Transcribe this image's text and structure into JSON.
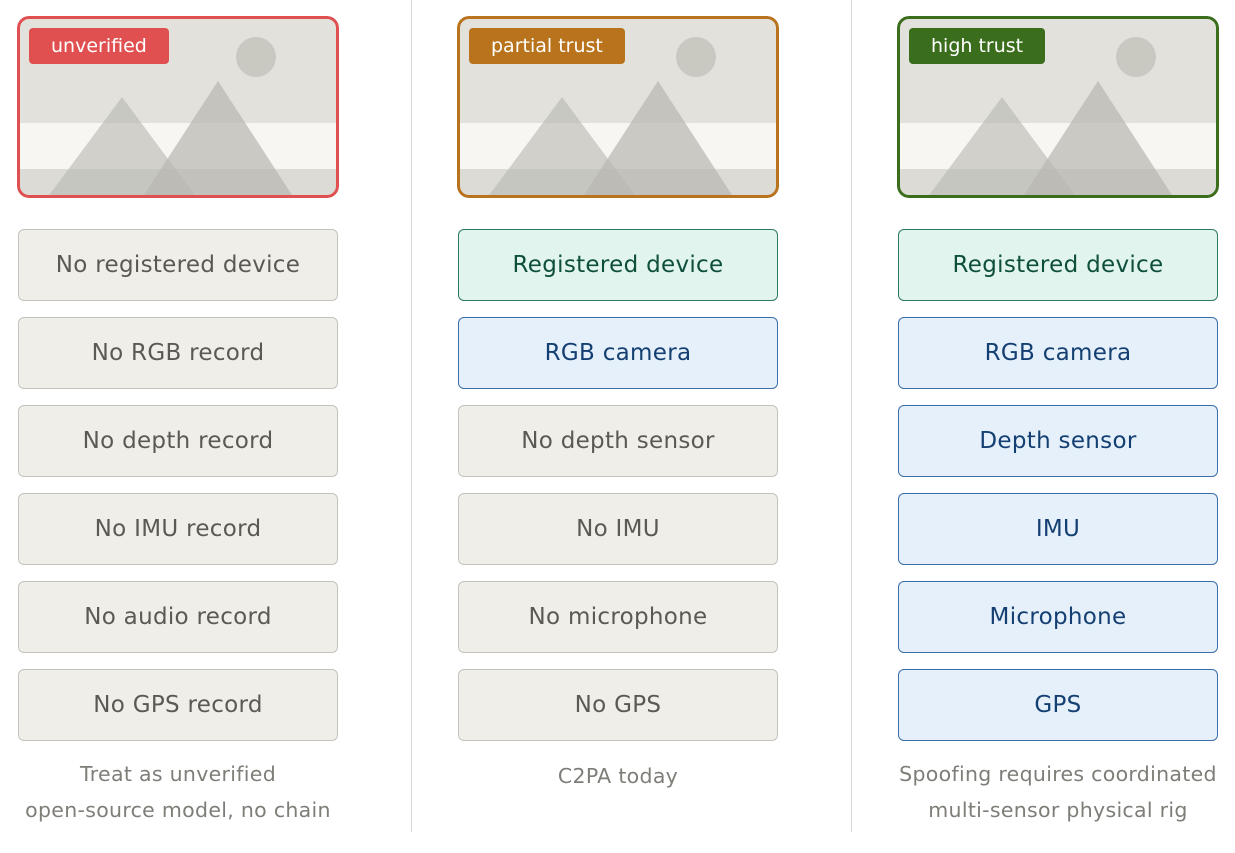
{
  "columns": [
    {
      "badge": "unverified",
      "accent": "#e05050",
      "rows": [
        {
          "label": "No registered device",
          "style": "gray"
        },
        {
          "label": "No RGB record",
          "style": "gray"
        },
        {
          "label": "No depth record",
          "style": "gray"
        },
        {
          "label": "No IMU record",
          "style": "gray"
        },
        {
          "label": "No audio record",
          "style": "gray"
        },
        {
          "label": "No GPS record",
          "style": "gray"
        }
      ],
      "caption_line1": "Treat as unverified",
      "caption_line2": "open-source model, no chain"
    },
    {
      "badge": "partial trust",
      "accent": "#b8731c",
      "rows": [
        {
          "label": "Registered device",
          "style": "green"
        },
        {
          "label": "RGB camera",
          "style": "blue"
        },
        {
          "label": "No depth sensor",
          "style": "gray"
        },
        {
          "label": "No IMU",
          "style": "gray"
        },
        {
          "label": "No microphone",
          "style": "gray"
        },
        {
          "label": "No GPS",
          "style": "gray"
        }
      ],
      "caption_line1": "C2PA today",
      "caption_line2": ""
    },
    {
      "badge": "high trust",
      "accent": "#3a6e1c",
      "rows": [
        {
          "label": "Registered device",
          "style": "green"
        },
        {
          "label": "RGB camera",
          "style": "blue"
        },
        {
          "label": "Depth sensor",
          "style": "blue"
        },
        {
          "label": "IMU",
          "style": "blue"
        },
        {
          "label": "Microphone",
          "style": "blue"
        },
        {
          "label": "GPS",
          "style": "blue"
        }
      ],
      "caption_line1": "Spoofing requires coordinated",
      "caption_line2": "multi-sensor physical rig"
    }
  ]
}
